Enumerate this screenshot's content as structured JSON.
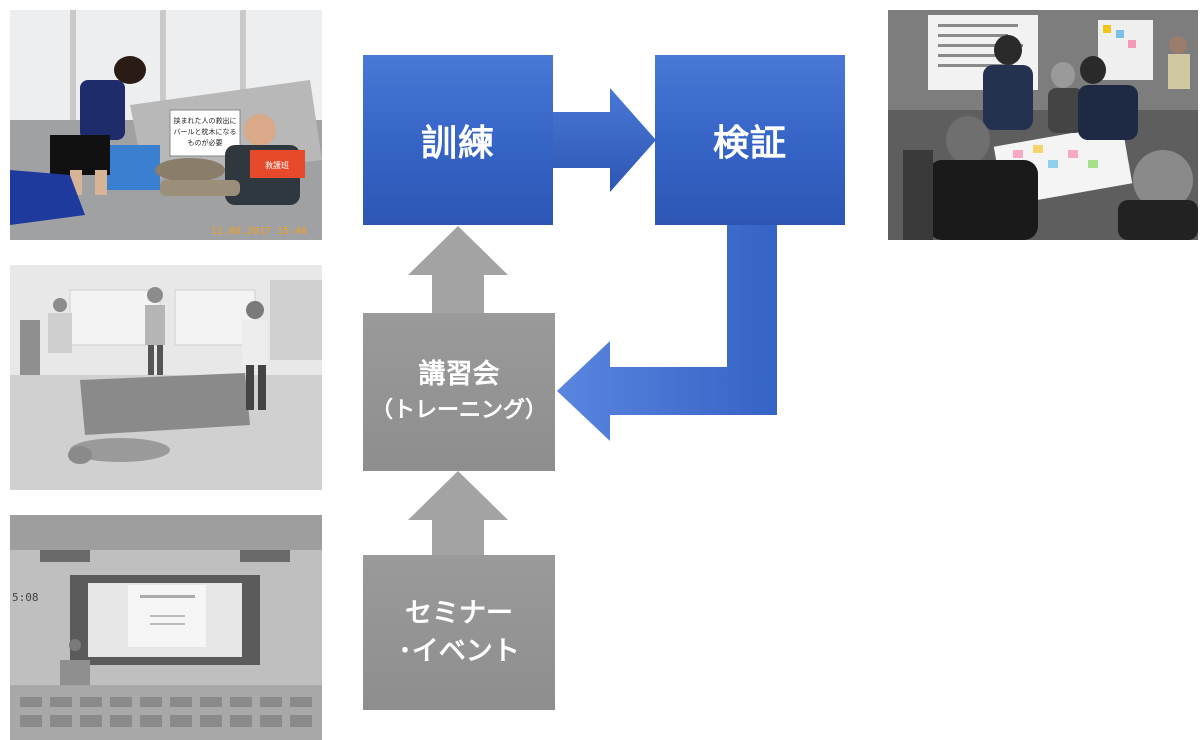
{
  "diagram": {
    "nodes": {
      "training": {
        "label": "訓練"
      },
      "verification": {
        "label": "検証"
      },
      "lecture": {
        "label": "講習会",
        "sublabel": "（トレーニング）"
      },
      "seminar": {
        "label_line1": "セミナー",
        "label_line2": "･イベント"
      }
    },
    "edges": [
      {
        "from": "training",
        "to": "verification"
      },
      {
        "from": "verification",
        "to": "lecture"
      },
      {
        "from": "lecture",
        "to": "training"
      },
      {
        "from": "seminar",
        "to": "lecture"
      }
    ],
    "colors": {
      "blue_box": "#3563c6",
      "gray_box": "#8e8e8e",
      "gray_arrow": "#a3a3a3"
    }
  },
  "photos": {
    "training_photo": {
      "timestamp": "11.08.2017 15:46",
      "sign_text_line1": "挟まれた人の救出に",
      "sign_text_line2": "バールと枕木になる",
      "sign_text_line3": "ものが必要",
      "vest_text": "救護班"
    },
    "lecture_photo": {},
    "seminar_photo": {
      "corner_text": "5:08"
    },
    "verification_photo": {}
  }
}
